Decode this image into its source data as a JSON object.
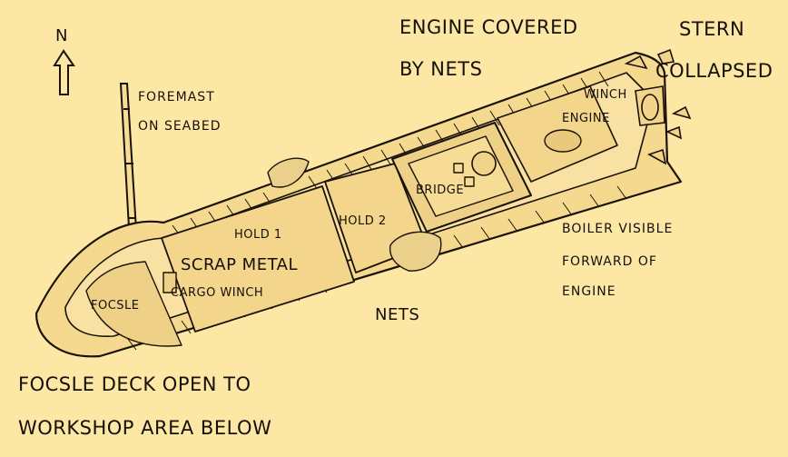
{
  "compass": {
    "letter": "N"
  },
  "labels": {
    "engine_nets_1": "ENGINE COVERED",
    "engine_nets_2": "BY NETS",
    "stern": "STERN",
    "collapsed": "COLLAPSED",
    "foremast_1": "FOREMAST",
    "foremast_2": "ON SEABED",
    "winch_1": "WINCH",
    "winch_2": "ENGINE",
    "bridge": "BRIDGE",
    "hold1": "HOLD 1",
    "hold2": "HOLD 2",
    "scrap": "SCRAP METAL",
    "boiler_1": "BOILER VISIBLE",
    "boiler_2": "FORWARD OF",
    "boiler_3": "ENGINE",
    "focsle": "FOCSLE",
    "cargo_winch": "CARGO WINCH",
    "nets": "NETS",
    "focsle_deck_1": "FOCSLE DECK OPEN TO",
    "focsle_deck_2": "WORKSHOP AREA BELOW"
  }
}
